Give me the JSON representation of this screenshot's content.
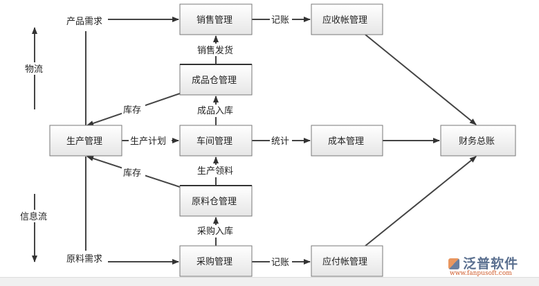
{
  "nodes": {
    "sales": "销售管理",
    "receivable": "应收帐管理",
    "finished_store": "成品仓管理",
    "production": "生产管理",
    "workshop": "车间管理",
    "cost": "成本管理",
    "ledger": "财务总账",
    "material_store": "原料仓管理",
    "purchase": "采购管理",
    "payable": "应付帐管理"
  },
  "edges": {
    "product_demand": "产品需求",
    "bookkeep_top": "记账",
    "sales_ship": "销售发货",
    "stock_top": "库存",
    "finished_in": "成品入库",
    "plan": "生产计划",
    "stats": "统计",
    "stock_bottom": "库存",
    "material_pick": "生产领料",
    "purchase_in": "采购入库",
    "material_demand": "原料需求",
    "bookkeep_bottom": "记账"
  },
  "side": {
    "logistics": "物流",
    "info_flow": "信息流"
  },
  "logo": {
    "name": "泛普软件",
    "url": "www.fanpusoft.com"
  }
}
